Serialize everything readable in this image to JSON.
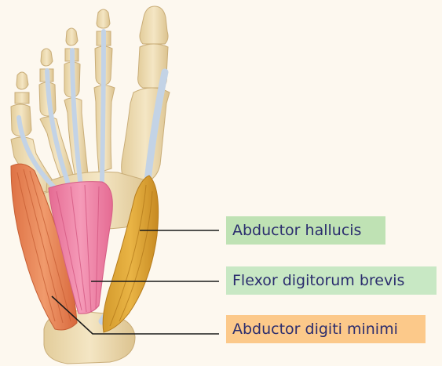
{
  "diagram": {
    "labels": [
      {
        "key": "abductor_hallucis",
        "text": "Abductor hallucis",
        "background": "#bfe2b4"
      },
      {
        "key": "flexor_digitorum_brevis",
        "text": "Flexor digitorum brevis",
        "background": "#c8e8c4"
      },
      {
        "key": "abductor_digiti_minimi",
        "text": "Abductor digiti minimi",
        "background": "#fcc98a"
      }
    ]
  },
  "colors": {
    "background": "#fdf8ef",
    "bone": "#eedbb0",
    "bone_shadow": "#d9bf8a",
    "tendon": "#c9d6e4",
    "abductor_hallucis_muscle": "#e0a535",
    "flexor_digitorum_brevis_muscle": "#ef7fa3",
    "abductor_digiti_minimi_muscle": "#e98a5a",
    "leader_line": "#1a1a1a",
    "label_text": "#2b2d6e"
  }
}
